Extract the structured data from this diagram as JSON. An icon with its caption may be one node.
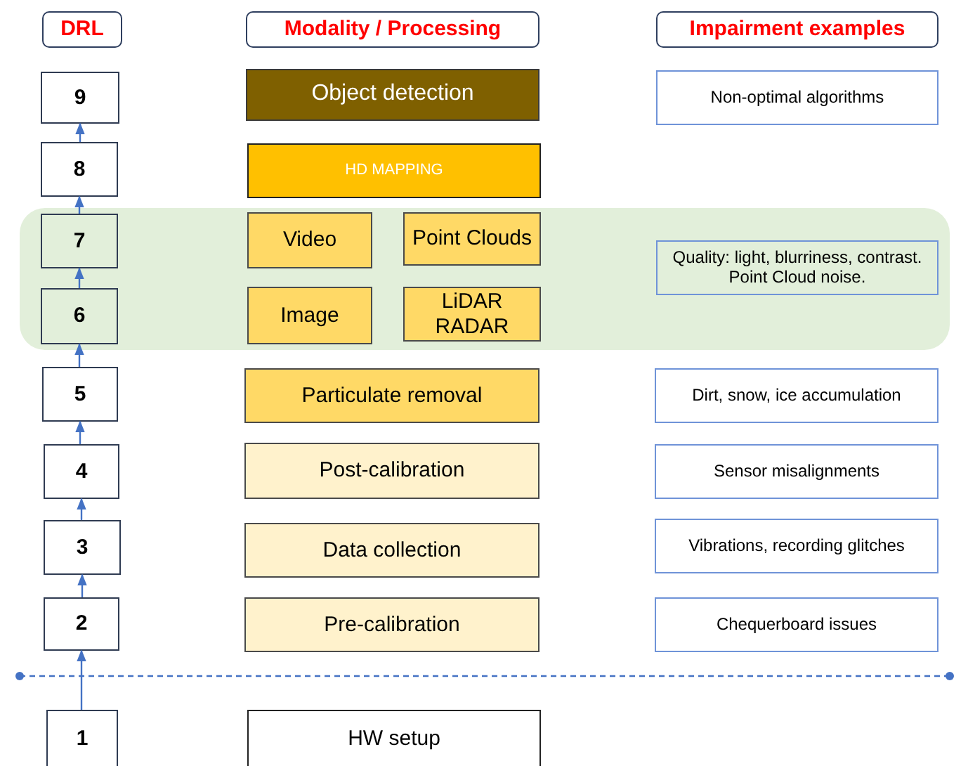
{
  "diagram": {
    "nodes": [
      {
        "text": [
          "DRL"
        ]
      },
      {
        "text": [
          "Modality / Processing"
        ]
      },
      {
        "text": [
          "Impairment examples"
        ]
      },
      {
        "text": [
          "9"
        ]
      },
      {
        "text": [
          "Object detection"
        ]
      },
      {
        "text": [
          "Non-optimal algorithms"
        ]
      },
      {
        "text": [
          "8"
        ]
      },
      {
        "text": [
          "HD MAPPING"
        ]
      },
      {
        "text": [],
        "shape": "box"
      },
      {
        "text": [
          "7"
        ],
        "in": 8
      },
      {
        "text": [
          "Video"
        ],
        "in": 8
      },
      {
        "text": [
          "Point Clouds"
        ],
        "in": 8
      },
      {
        "text": [
          "Quality: light, blurriness, contrast. Point Cloud noise."
        ],
        "in": 8
      },
      {
        "text": [
          "6"
        ],
        "in": 8
      },
      {
        "text": [
          "Image"
        ],
        "in": 8
      },
      {
        "text": [
          "LiDAR RADAR"
        ],
        "in": 8
      },
      {
        "text": [
          "5"
        ]
      },
      {
        "text": [
          "Particulate removal"
        ]
      },
      {
        "text": [
          "Dirt, snow, ice accumulation"
        ]
      },
      {
        "text": [
          "4"
        ]
      },
      {
        "text": [
          "Post-calibration"
        ]
      },
      {
        "text": [
          "Sensor misalignments"
        ]
      },
      {
        "text": [
          "3"
        ]
      },
      {
        "text": [
          "Data collection"
        ]
      },
      {
        "text": [
          "Vibrations, recording glitches"
        ]
      },
      {
        "text": [
          "2"
        ]
      },
      {
        "text": [
          "Pre-calibration"
        ]
      },
      {
        "text": [
          "Chequerboard issues"
        ]
      },
      {
        "text": [
          "1"
        ]
      },
      {
        "text": [
          "HW setup"
        ]
      }
    ],
    "edges": [
      {
        "from": 28,
        "to": 25,
        "arrow": "to"
      },
      {
        "from": 25,
        "to": 22,
        "arrow": "to"
      },
      {
        "from": 22,
        "to": 19,
        "arrow": "to"
      },
      {
        "from": 19,
        "to": 16,
        "arrow": "to"
      },
      {
        "from": 16,
        "to": 13,
        "arrow": "to"
      },
      {
        "from": 13,
        "to": 9,
        "arrow": "to"
      },
      {
        "from": 9,
        "to": 6,
        "arrow": "to"
      },
      {
        "from": 6,
        "to": 3,
        "arrow": "to"
      }
    ]
  }
}
